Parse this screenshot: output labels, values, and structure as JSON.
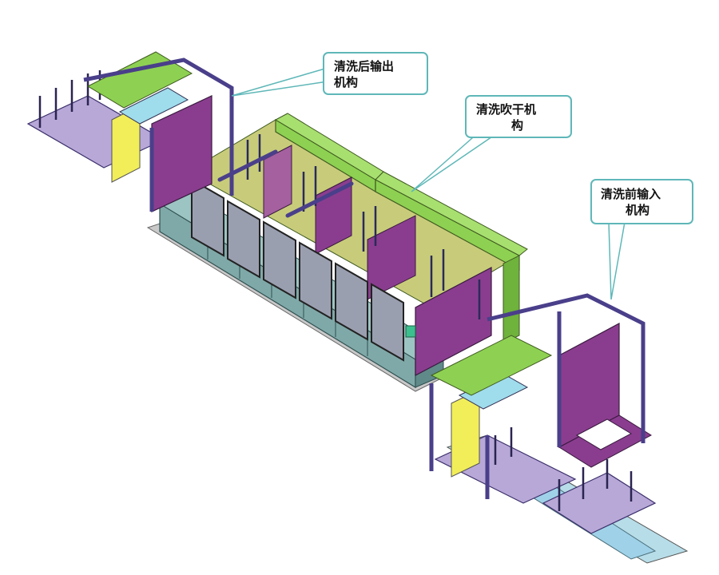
{
  "callouts": {
    "output": {
      "line1": "清洗后输出",
      "line2": "机构"
    },
    "dryer": {
      "line1": "清洗吹干机",
      "line2": "构"
    },
    "input": {
      "line1": "清洗前输入",
      "line2": "机构"
    }
  },
  "colors": {
    "purple": "#8a3d8e",
    "purple_dark": "#5c2a7a",
    "green": "#8ed152",
    "green_dark": "#5f9a2e",
    "teal": "#7fa9a8",
    "teal_dark": "#3f6e70",
    "glass": "#9a9fb0",
    "yellow": "#f2ee5a",
    "cyan": "#9fdcec",
    "lavender": "#b8a8d8",
    "frame": "#4a3f8a",
    "callout_border": "#5fb7b8"
  }
}
